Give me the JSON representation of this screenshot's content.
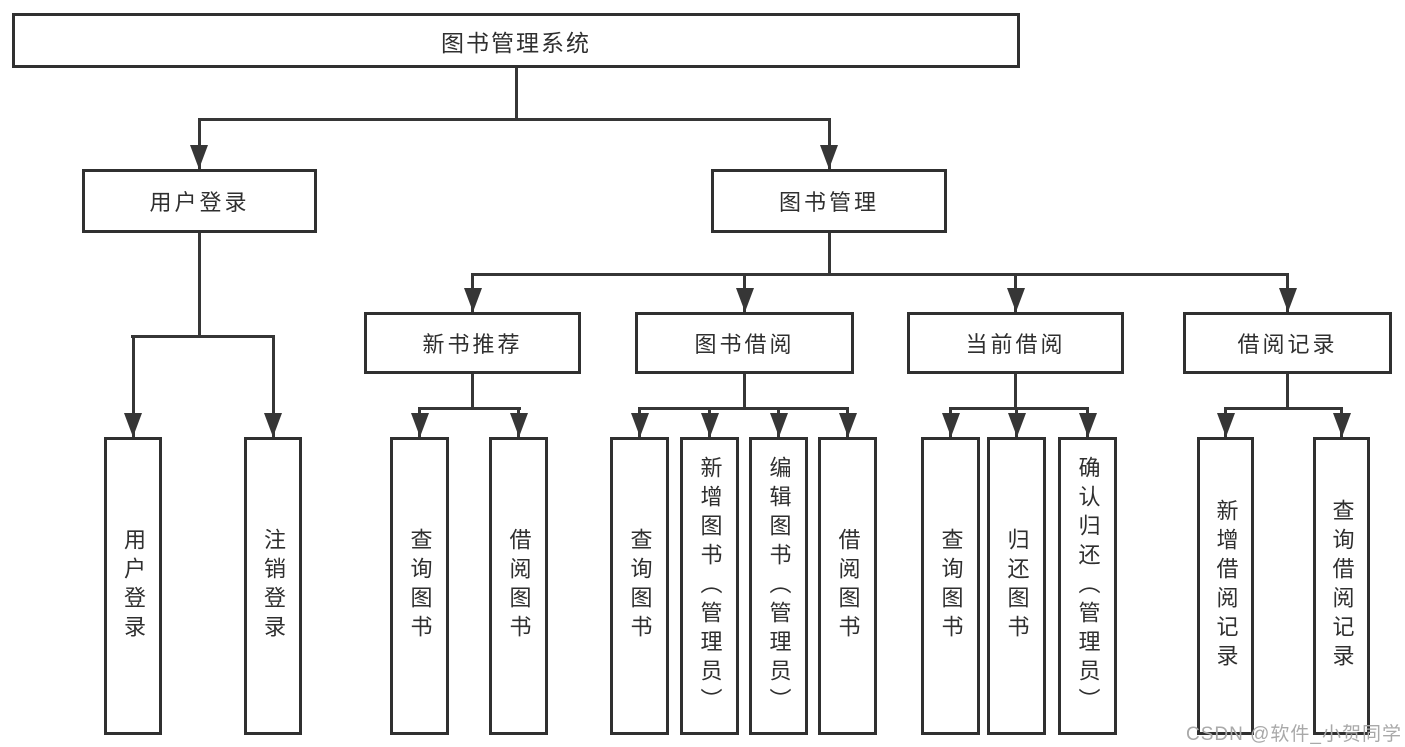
{
  "tree": {
    "label": "图书管理系统",
    "children": [
      {
        "label": "用户登录",
        "children": [
          {
            "label": "用户登录"
          },
          {
            "label": "注销登录"
          }
        ]
      },
      {
        "label": "图书管理",
        "children": [
          {
            "label": "新书推荐",
            "children": [
              {
                "label": "查询图书"
              },
              {
                "label": "借阅图书"
              }
            ]
          },
          {
            "label": "图书借阅",
            "children": [
              {
                "label": "查询图书"
              },
              {
                "label": "新增图书（管理员）"
              },
              {
                "label": "编辑图书（管理员）"
              },
              {
                "label": "借阅图书"
              }
            ]
          },
          {
            "label": "当前借阅",
            "children": [
              {
                "label": "查询图书"
              },
              {
                "label": "归还图书"
              },
              {
                "label": "确认归还（管理员）"
              }
            ]
          },
          {
            "label": "借阅记录",
            "children": [
              {
                "label": "新增借阅记录"
              },
              {
                "label": "查询借阅记录"
              }
            ]
          }
        ]
      }
    ]
  },
  "watermark": "CSDN @软件_小贺同学",
  "colors": {
    "line": "#363636",
    "box_border": "#303030",
    "text": "#2f2f2f",
    "watermark_text": "#a9a9a9",
    "background": "#ffffff"
  }
}
